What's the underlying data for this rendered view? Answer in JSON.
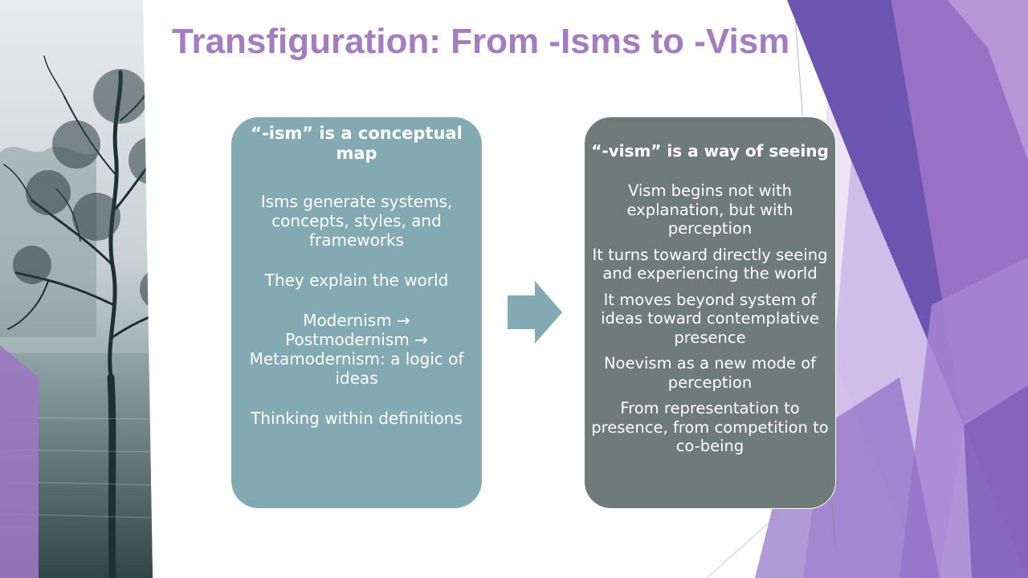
{
  "slide": {
    "title": "Transfiguration: From -Isms to -Vism",
    "left_box": {
      "heading": "“-ism” is a conceptual map",
      "items": [
        "Isms generate systems, concepts, styles, and frameworks",
        "They explain the world",
        "Modernism → Postmodernism → Metamodernism: a logic of ideas",
        "Thinking within definitions"
      ]
    },
    "right_box": {
      "heading": "“-vism” is a way of seeing",
      "items": [
        "Vism begins not with explanation, but with perception",
        "It turns toward directly seeing and experiencing the world",
        "It moves beyond system of ideas toward contemplative presence",
        "Noevism as a new mode of perception",
        "From representation to presence, from competition to co-being"
      ]
    }
  },
  "colors": {
    "title": "#a47cc0",
    "left_box": "#83aab3",
    "right_box": "#6e7b79",
    "arrow": "#83aab3",
    "accent_purple": "#6c55b0",
    "accent_lilac": "#b99ad8"
  },
  "icons": {
    "arrow": "right-arrow-icon",
    "photo": "tree-in-water-photo"
  }
}
